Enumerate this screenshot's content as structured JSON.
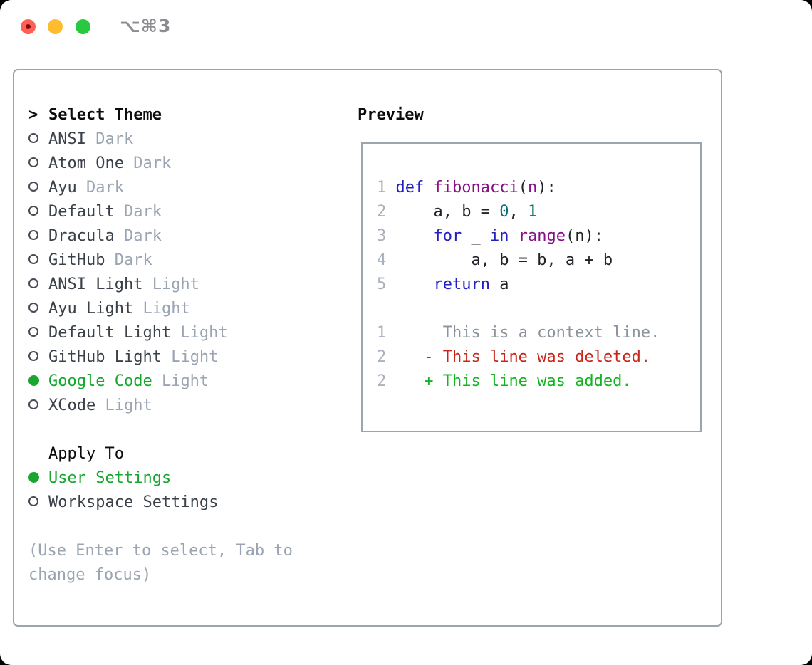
{
  "window": {
    "shortcut_label": "⌥⌘3"
  },
  "colors": {
    "border": "#9ca4ae",
    "accent_green": "#17a62e",
    "text_primary": "#3b4149",
    "text_muted": "#9aa4b2",
    "header_black": "#0b0c0d",
    "title_gray": "#8b8b90",
    "traffic_red": "#ff5f57",
    "traffic_red_dot": "#7e0a0a",
    "traffic_yellow": "#febc2e",
    "traffic_green": "#28c840",
    "gutter": "#a8b1bc",
    "tokens": {
      "keyword": "#2121c0",
      "function": "#880e88",
      "number": "#0a6e6e",
      "plain": "#1f2328",
      "context": "#8b939c",
      "deleted": "#c9261a",
      "added": "#13b51f"
    }
  },
  "theme_selector": {
    "cursor": ">",
    "header": "Select Theme",
    "items": [
      {
        "name": "ANSI",
        "variant": "Dark",
        "selected": false
      },
      {
        "name": "Atom One",
        "variant": "Dark",
        "selected": false
      },
      {
        "name": "Ayu",
        "variant": "Dark",
        "selected": false
      },
      {
        "name": "Default",
        "variant": "Dark",
        "selected": false
      },
      {
        "name": "Dracula",
        "variant": "Dark",
        "selected": false
      },
      {
        "name": "GitHub",
        "variant": "Dark",
        "selected": false
      },
      {
        "name": "ANSI Light",
        "variant": "Light",
        "selected": false
      },
      {
        "name": "Ayu Light",
        "variant": "Light",
        "selected": false
      },
      {
        "name": "Default Light",
        "variant": "Light",
        "selected": false
      },
      {
        "name": "GitHub Light",
        "variant": "Light",
        "selected": false
      },
      {
        "name": "Google Code",
        "variant": "Light",
        "selected": true
      },
      {
        "name": "XCode",
        "variant": "Light",
        "selected": false
      }
    ]
  },
  "apply_to": {
    "header": "Apply To",
    "options": [
      {
        "label": "User Settings",
        "selected": true
      },
      {
        "label": "Workspace Settings",
        "selected": false
      }
    ]
  },
  "hint_lines": [
    "(Use Enter to select, Tab to",
    "change focus)"
  ],
  "preview": {
    "header": "Preview",
    "lines": [
      {
        "g": "1",
        "t": [
          [
            "keyword",
            "def"
          ],
          [
            "plain",
            " "
          ],
          [
            "function",
            "fibonacci"
          ],
          [
            "plain",
            "("
          ],
          [
            "function",
            "n"
          ],
          [
            "plain",
            "):"
          ]
        ]
      },
      {
        "g": "2",
        "t": [
          [
            "plain",
            "    a, b = "
          ],
          [
            "number",
            "0"
          ],
          [
            "plain",
            ", "
          ],
          [
            "number",
            "1"
          ]
        ]
      },
      {
        "g": "3",
        "t": [
          [
            "plain",
            "    "
          ],
          [
            "keyword",
            "for"
          ],
          [
            "plain",
            " _ "
          ],
          [
            "keyword",
            "in"
          ],
          [
            "plain",
            " "
          ],
          [
            "function",
            "range"
          ],
          [
            "plain",
            "(n):"
          ]
        ]
      },
      {
        "g": "4",
        "t": [
          [
            "plain",
            "        a, b = b, a + b"
          ]
        ]
      },
      {
        "g": "5",
        "t": [
          [
            "plain",
            "    "
          ],
          [
            "keyword",
            "return"
          ],
          [
            "plain",
            " a"
          ]
        ]
      },
      {
        "g": "",
        "t": []
      },
      {
        "g": "1",
        "t": [
          [
            "context",
            "     This is a context line."
          ]
        ]
      },
      {
        "g": "2",
        "t": [
          [
            "deleted",
            "   - This line was deleted."
          ]
        ]
      },
      {
        "g": "2",
        "t": [
          [
            "added",
            "   + This line was added."
          ]
        ]
      }
    ]
  }
}
